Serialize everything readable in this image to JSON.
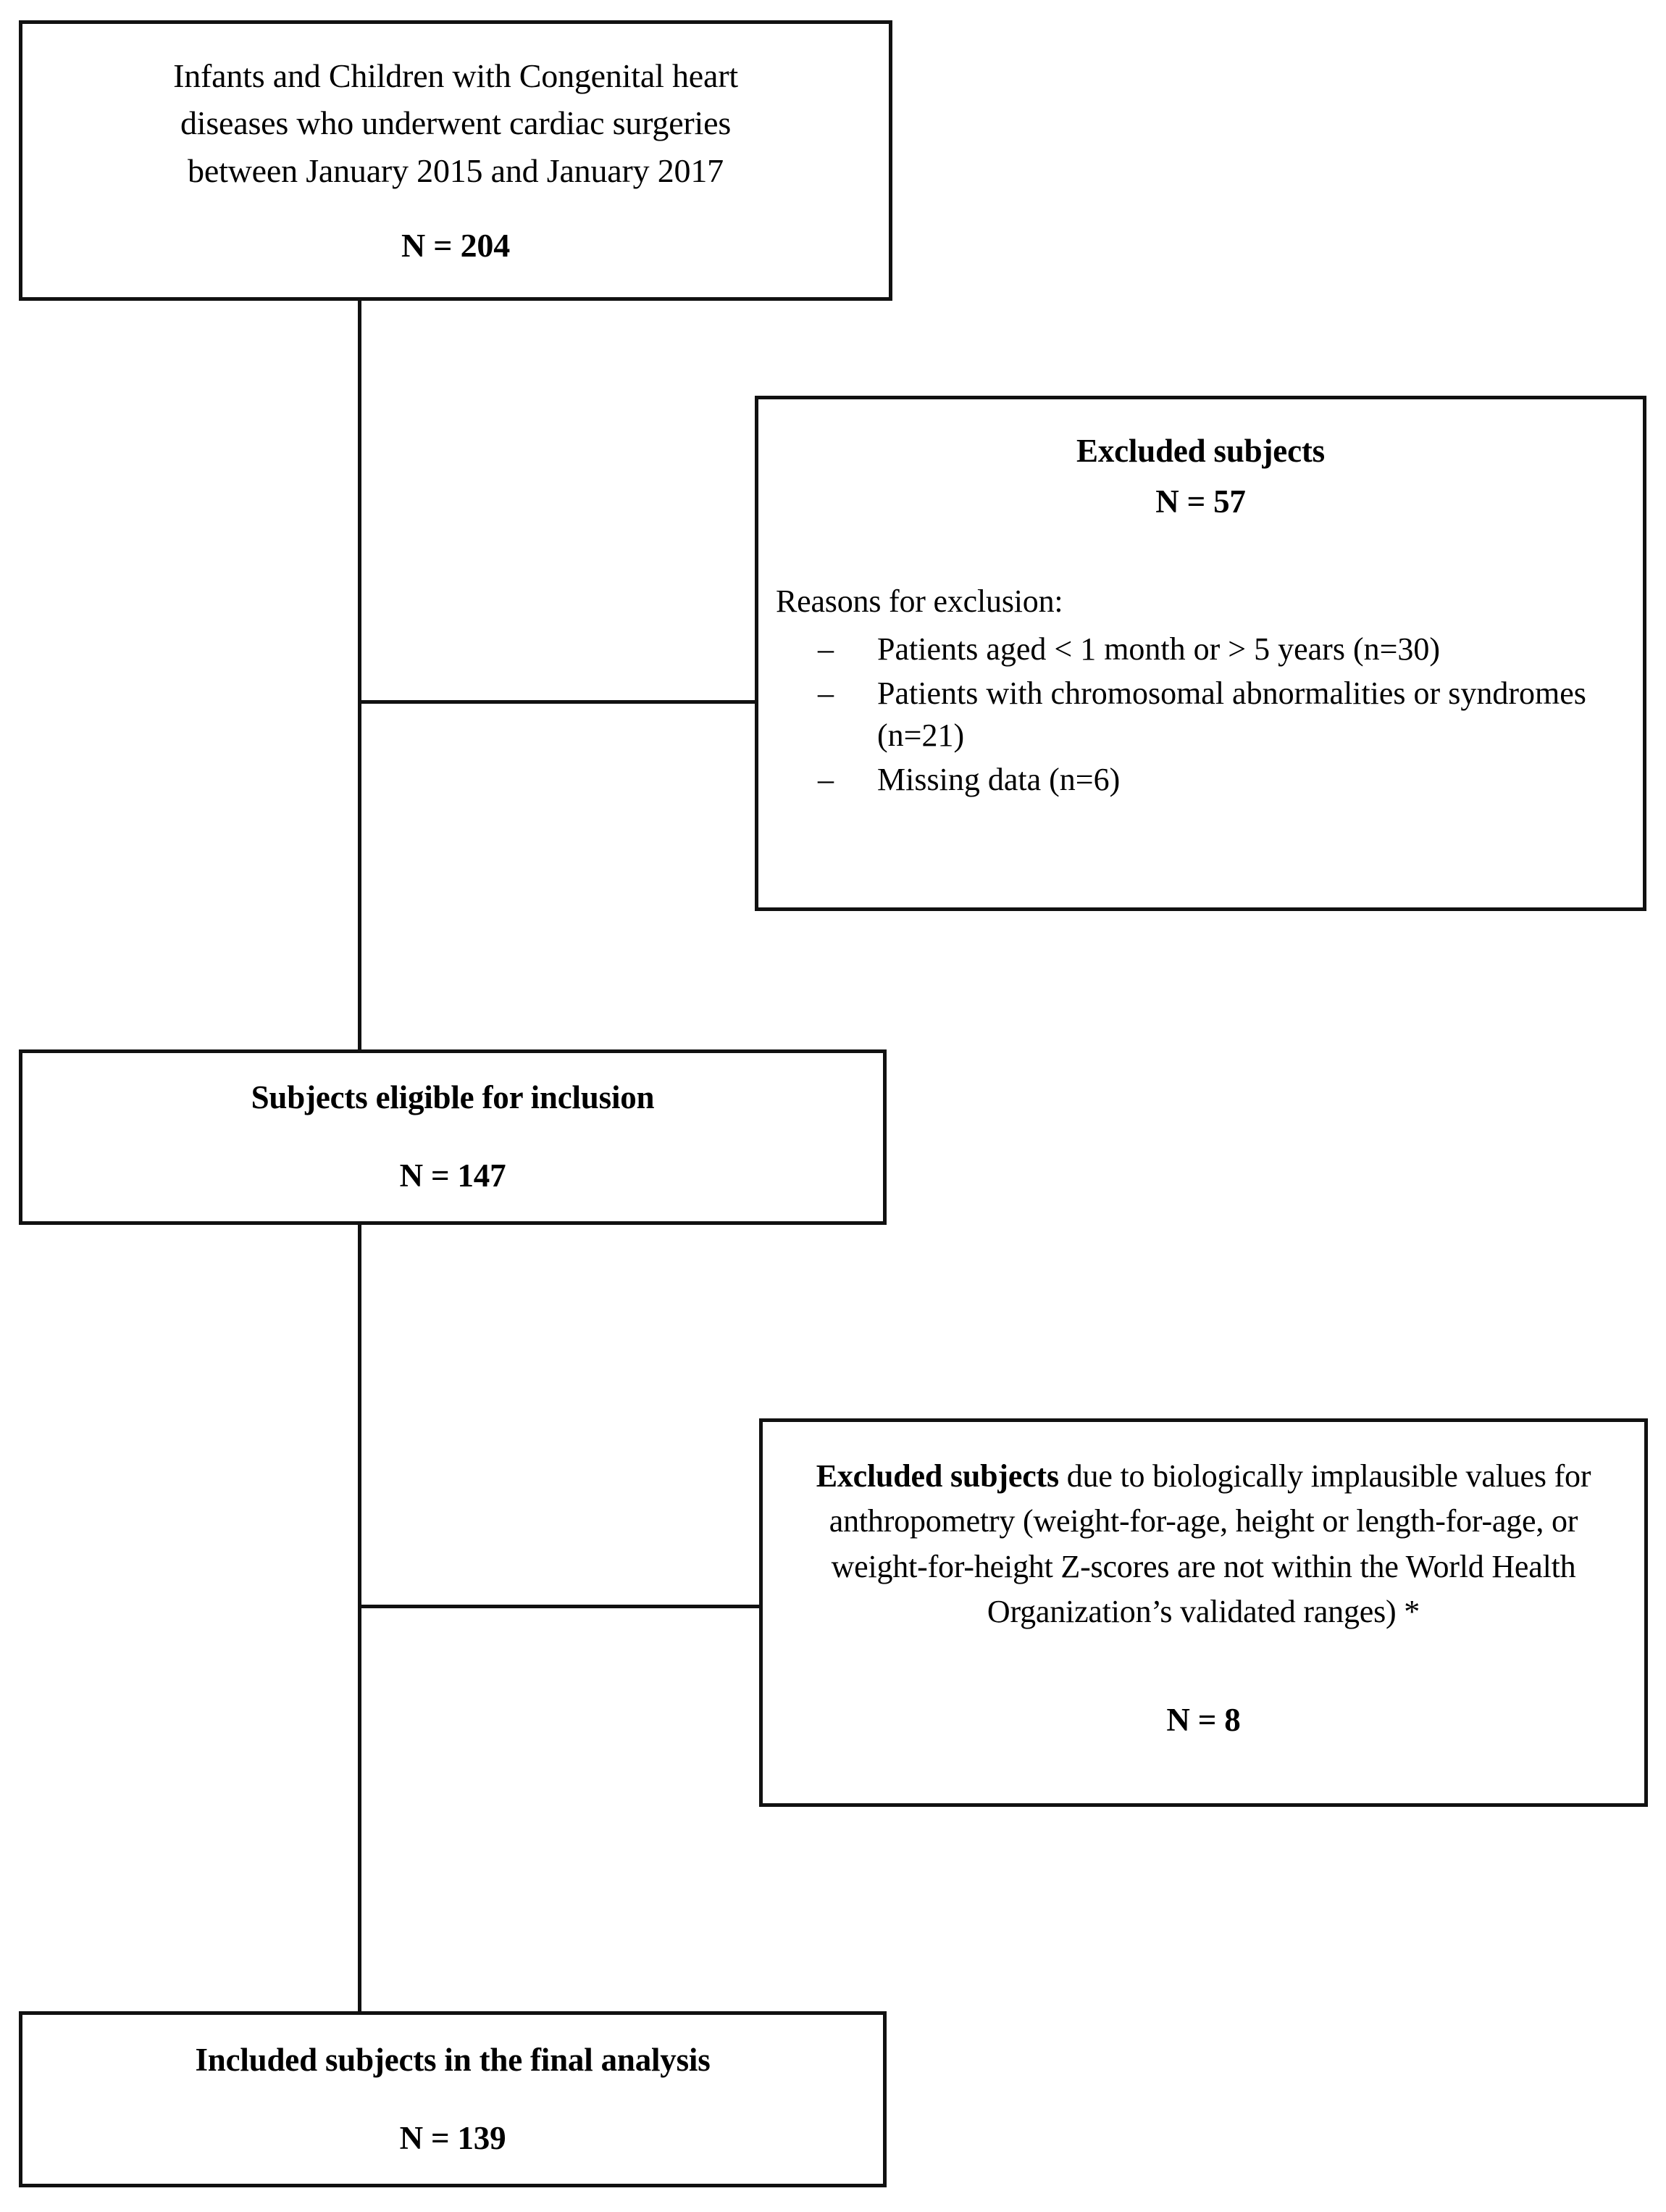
{
  "figure": {
    "type": "study-flow-diagram",
    "colors": {
      "ink": "#111111",
      "background": "#ffffff"
    }
  },
  "boxes": {
    "source": {
      "line1": "Infants and Children with Congenital heart",
      "line2": "diseases who underwent cardiac surgeries",
      "line3": "between January 2015 and January 2017",
      "n": "N = 204"
    },
    "excluded_1": {
      "title": "Excluded subjects",
      "n": "N = 57",
      "reasons_label": "Reasons for exclusion:",
      "dash": "–",
      "reasons": [
        "Patients aged < 1 month or > 5 years (n=30)",
        "Patients with chromosomal abnormalities or syndromes (n=21)",
        "Missing data (n=6)"
      ]
    },
    "eligible": {
      "title": "Subjects eligible for inclusion",
      "n": "N = 147"
    },
    "excluded_2": {
      "title_bold": "Excluded subjects",
      "title_rest": " due to biologically implausible values for anthropometry (weight-for-age, height or length-for-age, or weight-for-height Z-scores are not within the World Health Organization’s validated ranges) *",
      "n": "N = 8"
    },
    "included": {
      "title": "Included subjects in the final analysis",
      "n": "N = 139"
    }
  }
}
